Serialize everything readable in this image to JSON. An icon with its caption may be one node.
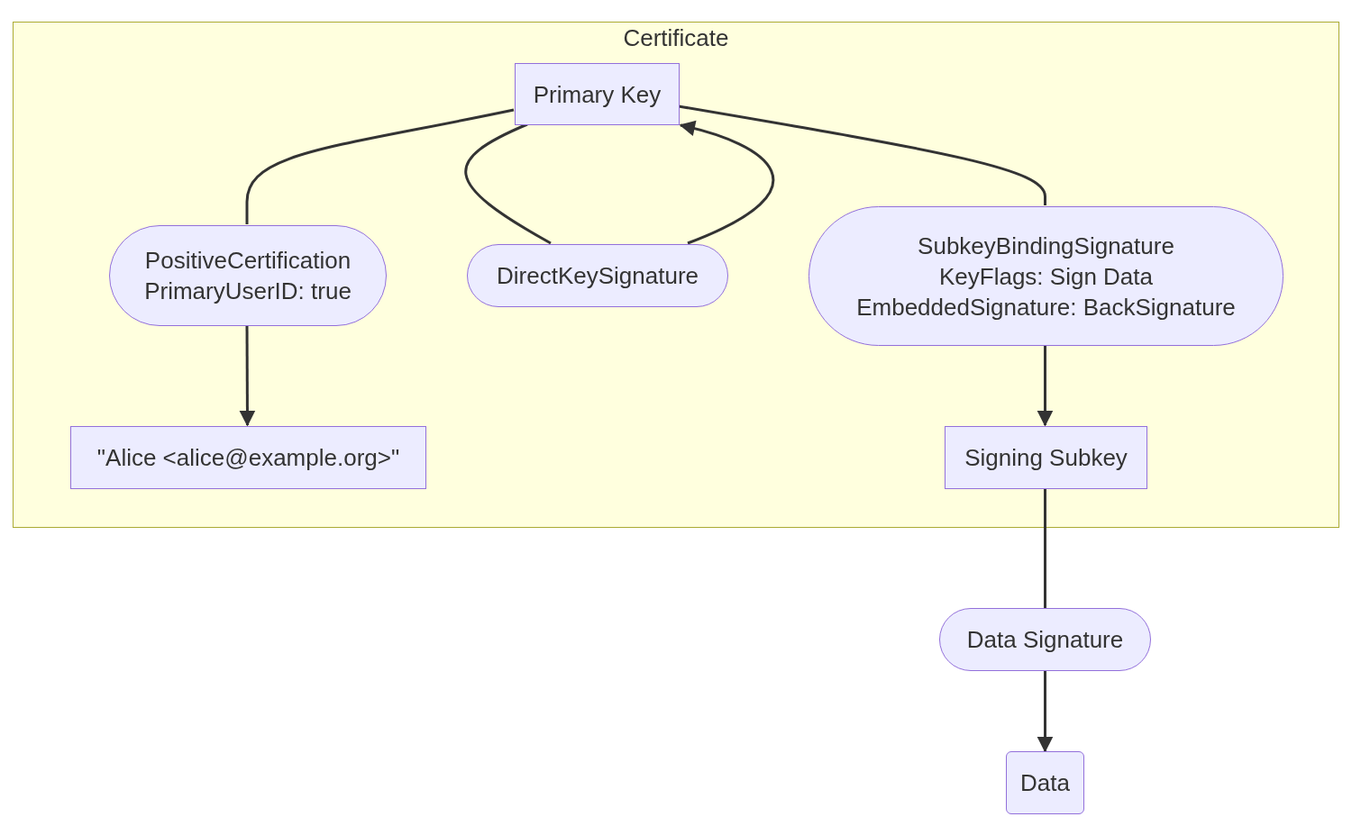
{
  "diagram": {
    "nodes": [
      {
        "text": [
          "Certificate"
        ]
      },
      {
        "text": [
          "Primary Key"
        ],
        "in": 0
      },
      {
        "text": [
          "PositiveCertification",
          "PrimaryUserID: true"
        ],
        "in": 0
      },
      {
        "text": [
          "DirectKeySignature"
        ],
        "in": 0
      },
      {
        "text": [
          "SubkeyBindingSignature",
          "KeyFlags: Sign Data",
          "EmbeddedSignature: BackSignature"
        ],
        "in": 0
      },
      {
        "text": [
          "\"Alice <alice@example.org>\""
        ],
        "in": 0
      },
      {
        "text": [
          "Signing Subkey"
        ],
        "in": 0
      },
      {
        "text": [
          "Data Signature"
        ]
      },
      {
        "text": [
          "Data"
        ]
      }
    ],
    "edges": [
      {
        "from": 1,
        "to": 2,
        "arrow": "none"
      },
      {
        "from": 2,
        "to": 5,
        "arrow": "to"
      },
      {
        "from": 1,
        "to": 3,
        "arrow": "none"
      },
      {
        "from": 3,
        "to": 1,
        "arrow": "to"
      },
      {
        "from": 1,
        "to": 4,
        "arrow": "none"
      },
      {
        "from": 4,
        "to": 6,
        "arrow": "to"
      },
      {
        "from": 6,
        "to": 7,
        "arrow": "none"
      },
      {
        "from": 7,
        "to": 8,
        "arrow": "to"
      }
    ]
  }
}
